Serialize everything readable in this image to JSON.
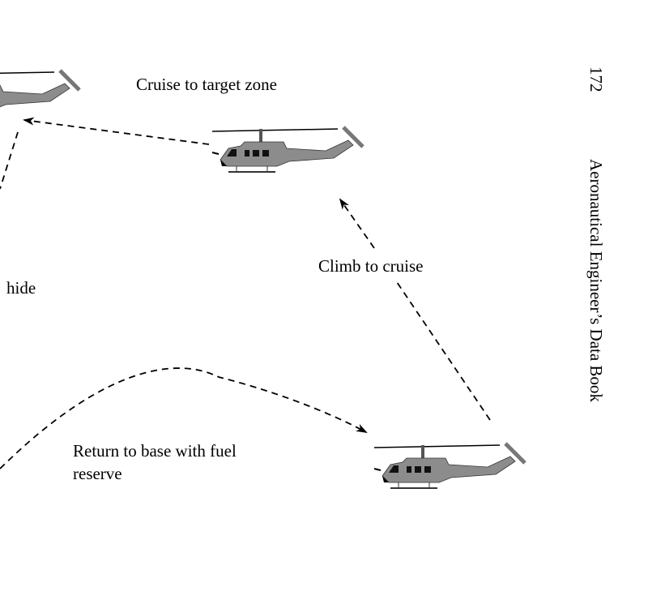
{
  "header": {
    "page_number": "172",
    "book_title": "Aeronautical Engineer’s Data Book"
  },
  "diagram": {
    "labels": {
      "cruise": "Cruise to target zone",
      "climb": "Climb to cruise",
      "hide": "hide",
      "return_line1": "Return to base with fuel",
      "return_line2": "reserve"
    },
    "colors": {
      "helicopter_body": "#8c8c8c",
      "line": "#000000"
    }
  }
}
